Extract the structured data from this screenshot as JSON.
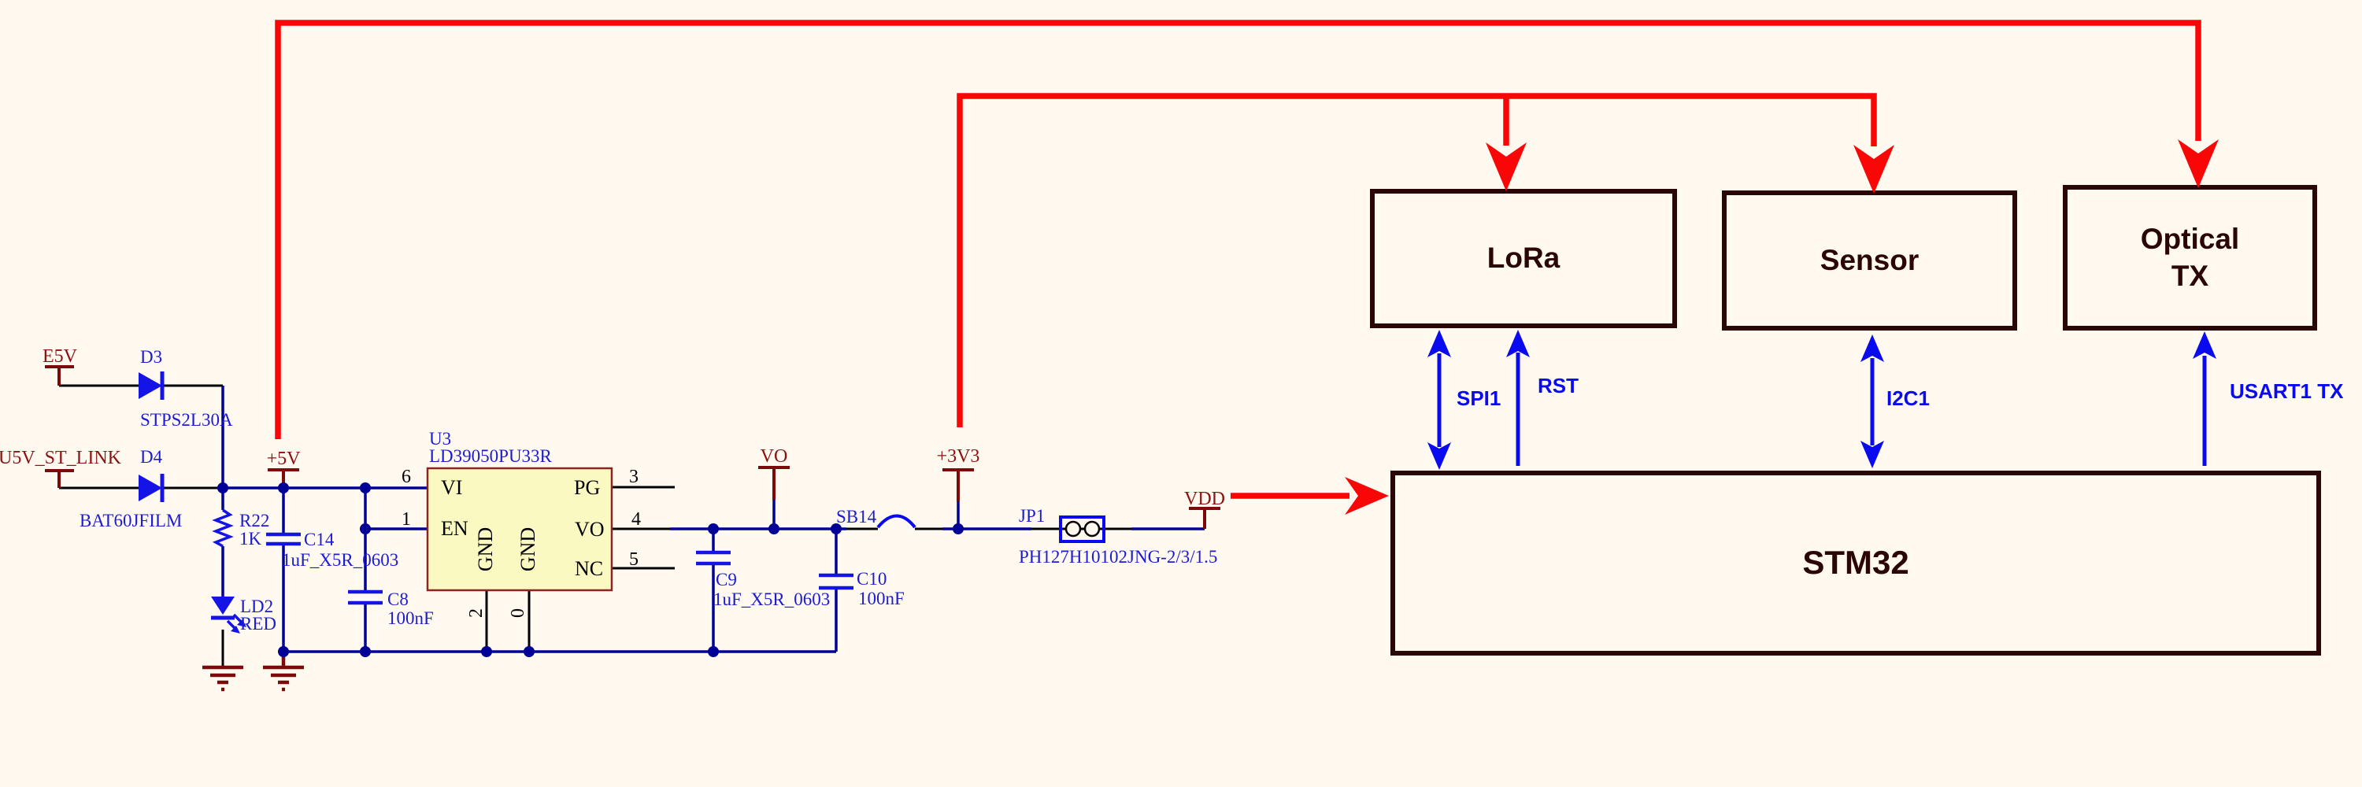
{
  "schematic": {
    "ports": {
      "e5v": "E5V",
      "u5v_st_link": "U5V_ST_LINK",
      "p5v": "+5V",
      "vo": "VO",
      "p3v3": "+3V3",
      "vdd": "VDD"
    },
    "d3": {
      "ref": "D3",
      "part": "STPS2L30A"
    },
    "d4": {
      "ref": "D4",
      "part": "BAT60JFILM"
    },
    "r22": {
      "ref": "R22",
      "value": "1K"
    },
    "ld2": {
      "ref": "LD2",
      "value": "RED"
    },
    "c14": {
      "ref": "C14",
      "value": "1uF_X5R_0603"
    },
    "c8": {
      "ref": "C8",
      "value": "100nF"
    },
    "c9": {
      "ref": "C9",
      "value": "1uF_X5R_0603"
    },
    "c10": {
      "ref": "C10",
      "value": "100nF"
    },
    "u3": {
      "ref": "U3",
      "part": "LD39050PU33R",
      "pin_vi": "VI",
      "pin_en": "EN",
      "pin_pg": "PG",
      "pin_vo": "VO",
      "pin_nc": "NC",
      "pin_gnd": "GND",
      "num_1": "1",
      "num_2": "2",
      "num_3": "3",
      "num_4": "4",
      "num_5": "5",
      "num_6": "6",
      "num_0": "0"
    },
    "sb14": {
      "ref": "SB14"
    },
    "jp1": {
      "ref": "JP1",
      "part": "PH127H10102JNG-2/3/1.5"
    }
  },
  "blocks": {
    "lora": "LoRa",
    "sensor": "Sensor",
    "optical_l1": "Optical",
    "optical_l2": "TX",
    "stm32": "STM32"
  },
  "buses": {
    "spi1": "SPI1",
    "rst": "RST",
    "i2c1": "I2C1",
    "usart1_tx": "USART1 TX"
  },
  "colors": {
    "background": "#FFF9F0",
    "wire_blue": "#000096",
    "symbol_blue": "#1414E6",
    "label_blue": "#1C1CD0",
    "port_maroon": "#8B1212",
    "ground_maroon": "#7C0A0A",
    "block_dark": "#2B0606",
    "power_red": "#F90606",
    "bus_blue": "#0A0AF0",
    "ic_fill": "#FBF9C2",
    "ic_border": "#8B2525"
  }
}
